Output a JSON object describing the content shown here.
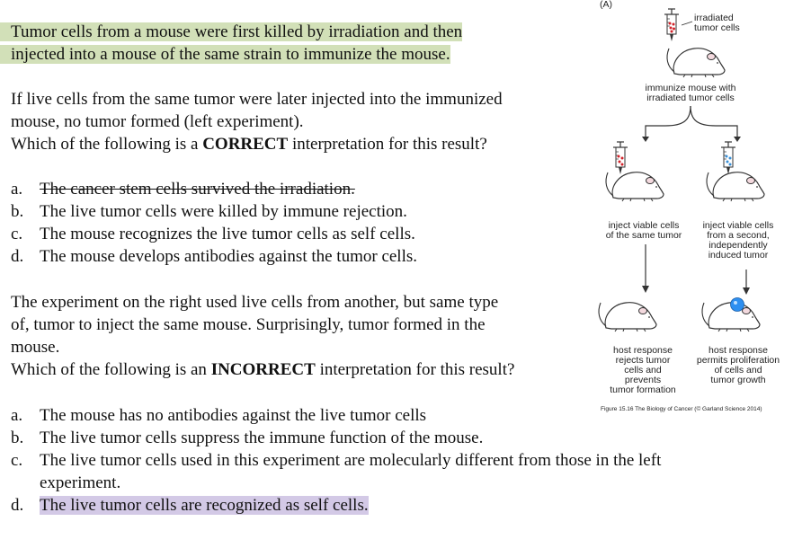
{
  "q1": {
    "intro_line1": "Tumor cells from a mouse were first killed by irradiation and then",
    "intro_line2": "injected into a mouse of the same strain to immunize the mouse.",
    "stem_line1": "If live cells from the same tumor were later injected into the immunized",
    "stem_line2": "mouse, no tumor formed (left experiment).",
    "question_pre": "Which of the following is a ",
    "question_bold": "CORRECT",
    "question_post": " interpretation for this result?",
    "options": [
      {
        "letter": "a.",
        "text": "The cancer stem cells survived the irradiation."
      },
      {
        "letter": "b.",
        "text": "The live tumor cells were killed by immune rejection."
      },
      {
        "letter": "c.",
        "text": "The mouse recognizes the live tumor cells as self cells."
      },
      {
        "letter": "d.",
        "text": "The mouse develops antibodies against the tumor cells."
      }
    ]
  },
  "q2": {
    "stem_line1": "The experiment on the right used live cells from another, but same type",
    "stem_line2": "of, tumor to inject the same mouse. Surprisingly, tumor formed in the",
    "stem_line3": "mouse.",
    "question_pre": "Which of the following is an ",
    "question_bold": "INCORRECT",
    "question_post": " interpretation for this result?",
    "options": [
      {
        "letter": "a.",
        "text": "The mouse has no antibodies against the live tumor cells"
      },
      {
        "letter": "b.",
        "text": "The live tumor cells suppress the immune function of the mouse."
      },
      {
        "letter": "c.",
        "text": "The live tumor cells used in this experiment are molecularly different from those in the left"
      },
      {
        "letter": "",
        "text": "experiment."
      },
      {
        "letter": "d.",
        "text": "The live tumor cells are recognized as self cells."
      }
    ]
  },
  "figure": {
    "panel_label": "(A)",
    "irradiated_line1": "irradiated",
    "irradiated_line2": "tumor cells",
    "immunize_line1": "immunize mouse with",
    "immunize_line2": "irradiated tumor cells",
    "left_inject_line1": "inject viable cells",
    "left_inject_line2": "of the same tumor",
    "right_inject_line1": "inject viable cells",
    "right_inject_line2": "from a second,",
    "right_inject_line3": "independently",
    "right_inject_line4": "induced tumor",
    "left_result_line1": "host response",
    "left_result_line2": "rejects tumor",
    "left_result_line3": "cells and",
    "left_result_line4": "prevents",
    "left_result_line5": "tumor formation",
    "right_result_line1": "host response",
    "right_result_line2": "permits proliferation",
    "right_result_line3": "of cells and",
    "right_result_line4": "tumor growth",
    "caption": "Figure 15.16 The Biology of Cancer (© Garland Science 2014)",
    "colors": {
      "red_cells": "#d2222a",
      "blue_cells": "#3a8fd6",
      "tumor": "#2e8ff0"
    }
  }
}
